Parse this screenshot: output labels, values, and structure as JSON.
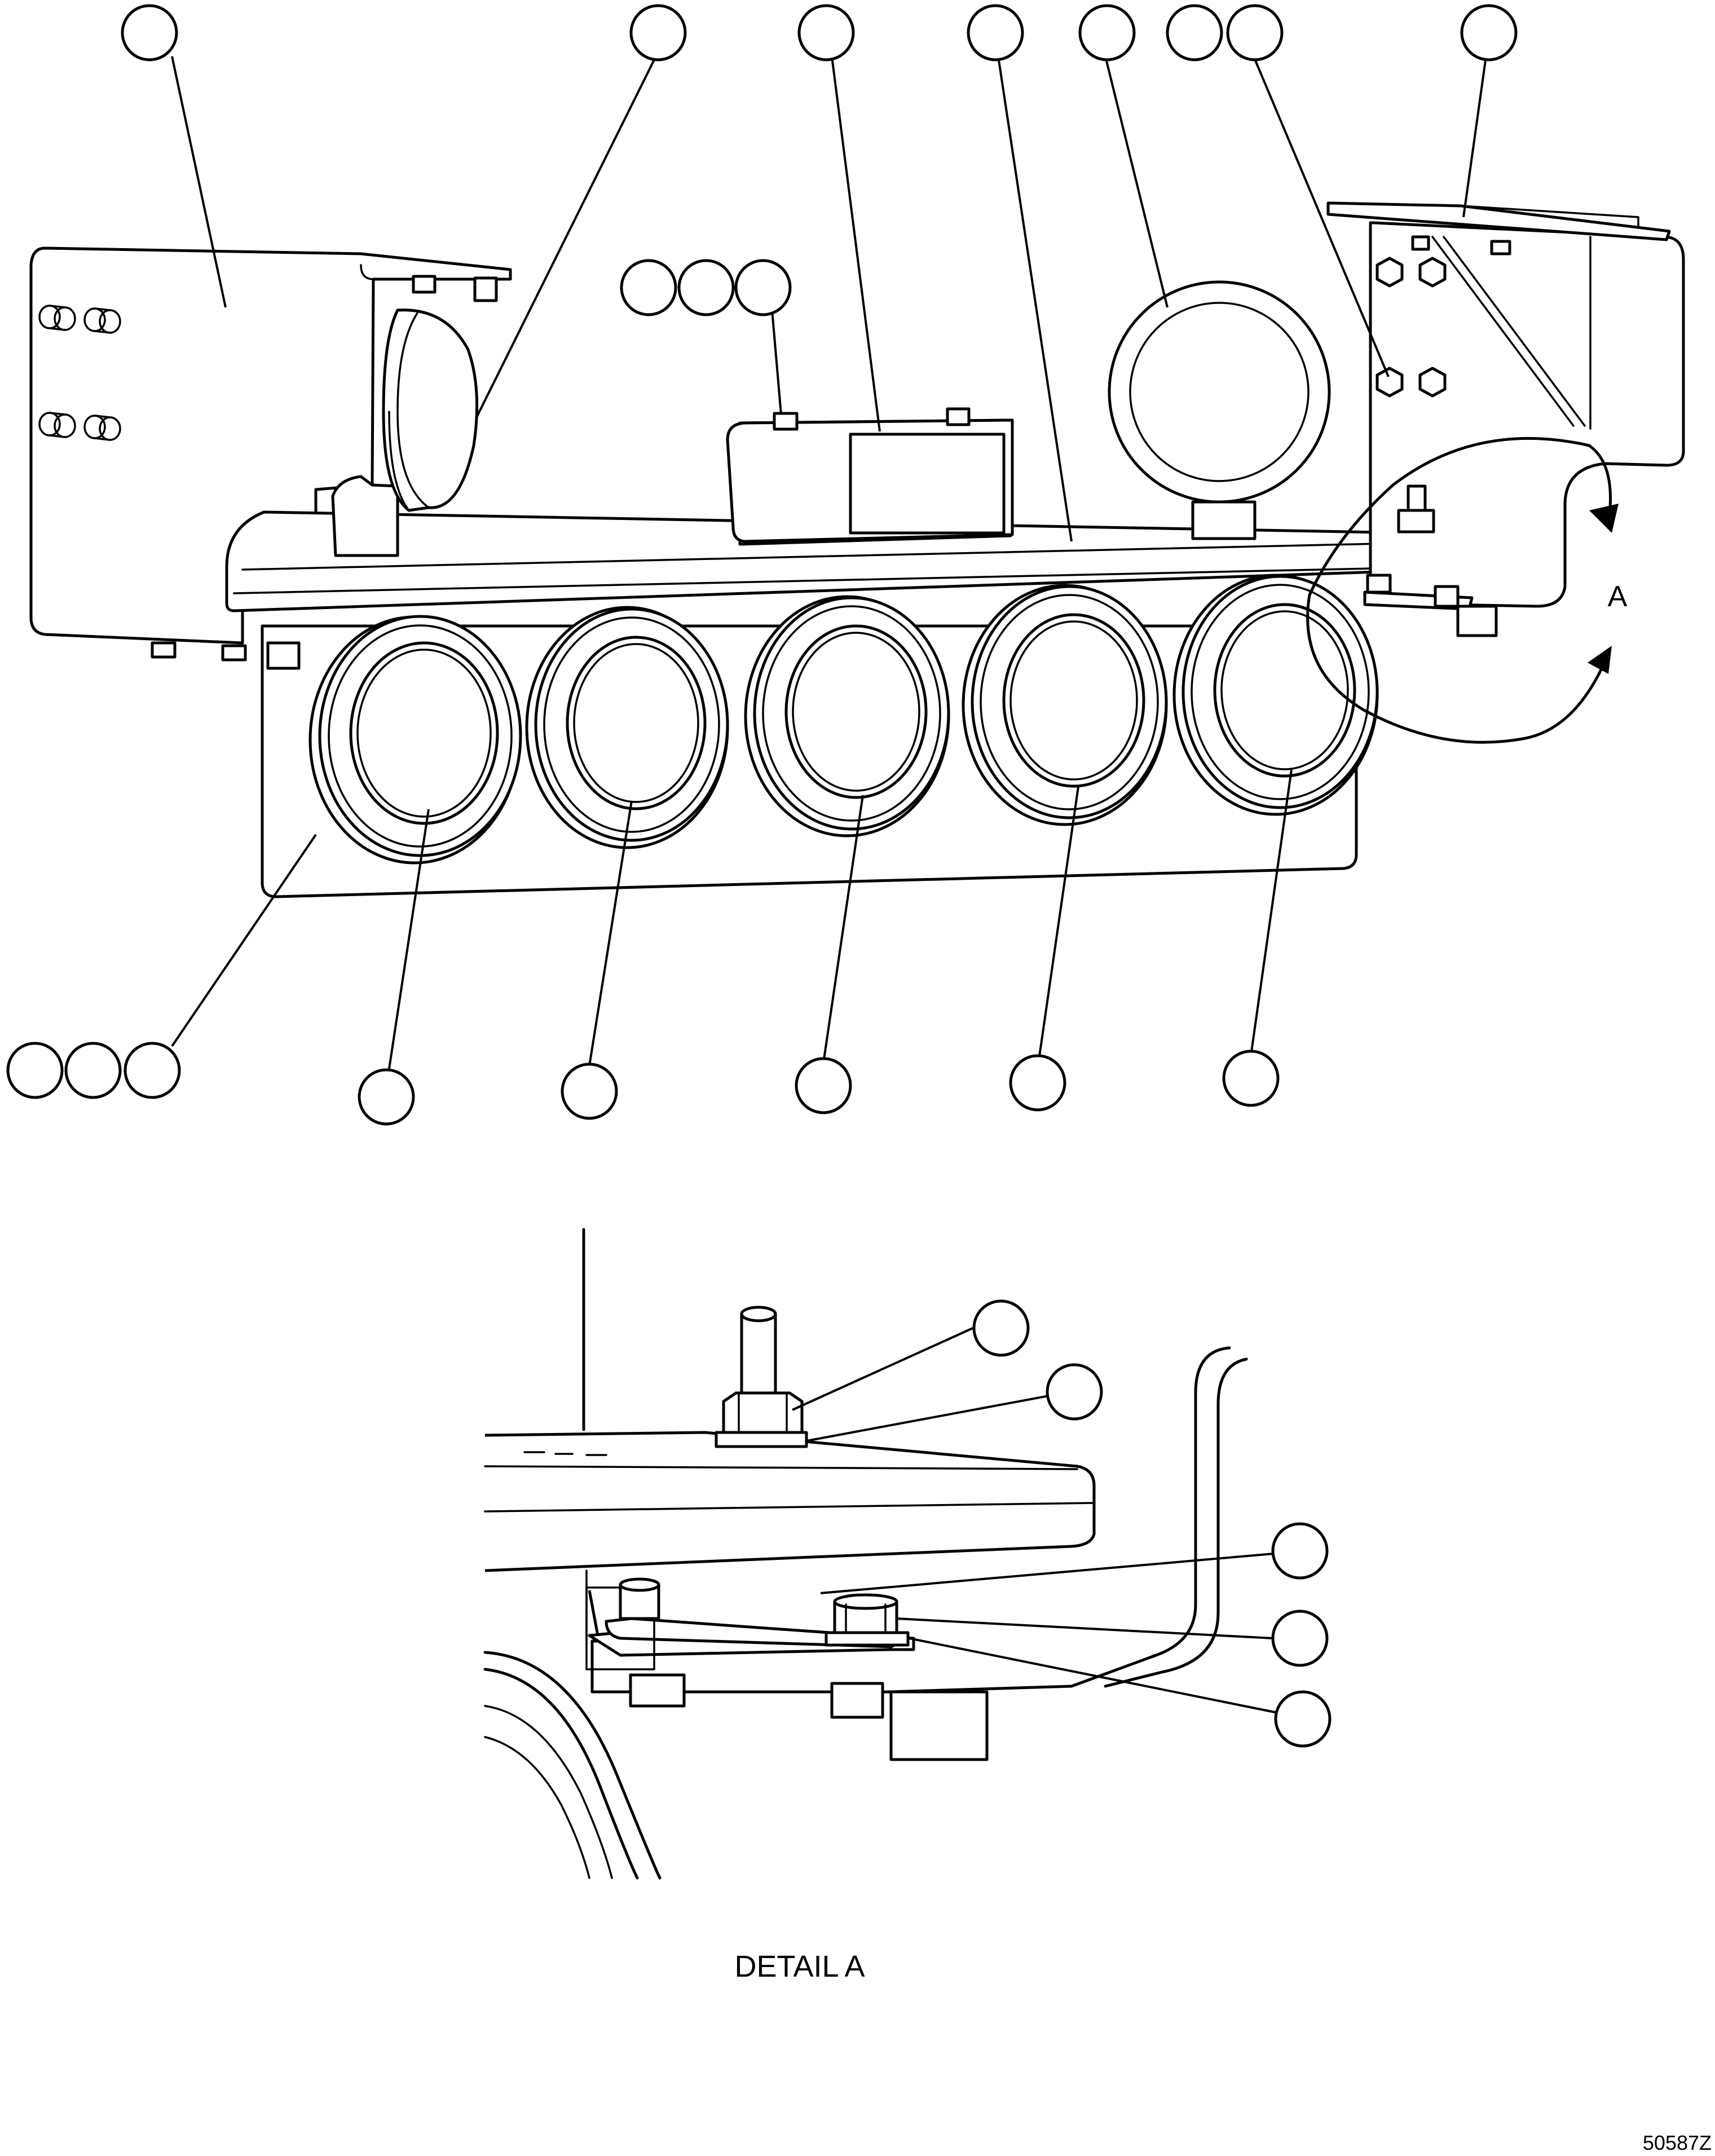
{
  "labels": {
    "view_marker": "A",
    "detail_title": "DETAIL A",
    "drawing_number": "50587Z"
  },
  "colors": {
    "line": "#000000",
    "background": "#ffffff"
  }
}
